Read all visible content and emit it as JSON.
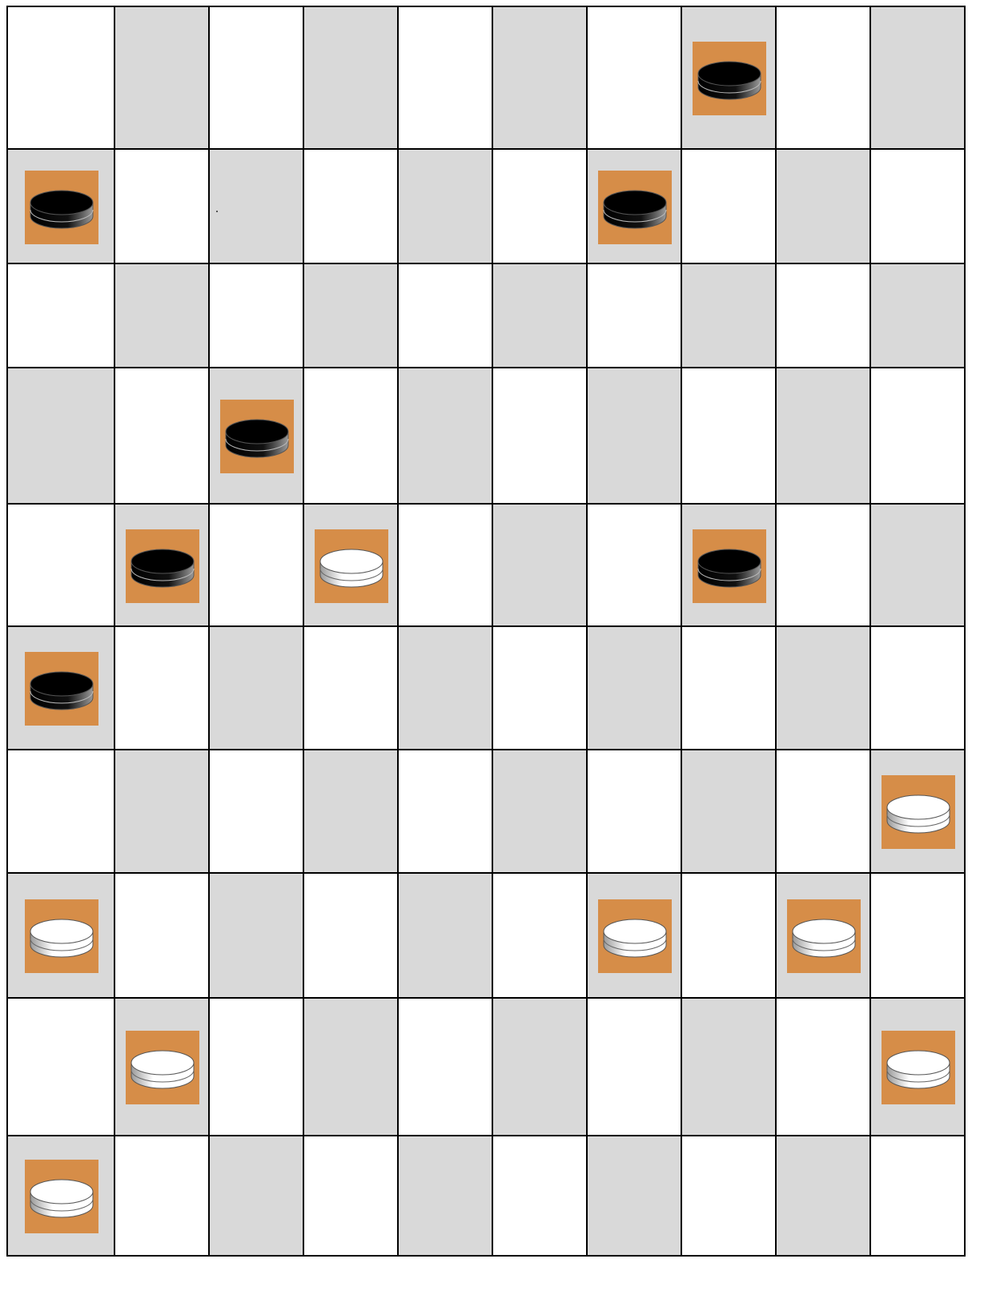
{
  "board": {
    "rows": 10,
    "cols": 10,
    "colors": {
      "light": "#ffffff",
      "dark": "#d9d9d9",
      "tile": "#d68d48",
      "grid": "#000000"
    },
    "pieces": [
      {
        "row": 0,
        "col": 7,
        "color": "black",
        "icon": "black-checker-icon"
      },
      {
        "row": 1,
        "col": 0,
        "color": "black",
        "icon": "black-checker-icon"
      },
      {
        "row": 1,
        "col": 6,
        "color": "black",
        "icon": "black-checker-icon"
      },
      {
        "row": 3,
        "col": 2,
        "color": "black",
        "icon": "black-checker-icon"
      },
      {
        "row": 4,
        "col": 1,
        "color": "black",
        "icon": "black-checker-icon"
      },
      {
        "row": 4,
        "col": 3,
        "color": "white",
        "icon": "white-checker-icon"
      },
      {
        "row": 4,
        "col": 7,
        "color": "black",
        "icon": "black-checker-icon"
      },
      {
        "row": 5,
        "col": 0,
        "color": "black",
        "icon": "black-checker-icon"
      },
      {
        "row": 6,
        "col": 9,
        "color": "white",
        "icon": "white-checker-icon"
      },
      {
        "row": 7,
        "col": 0,
        "color": "white",
        "icon": "white-checker-icon"
      },
      {
        "row": 7,
        "col": 6,
        "color": "white",
        "icon": "white-checker-icon"
      },
      {
        "row": 7,
        "col": 8,
        "color": "white",
        "icon": "white-checker-icon"
      },
      {
        "row": 8,
        "col": 1,
        "color": "white",
        "icon": "white-checker-icon"
      },
      {
        "row": 8,
        "col": 9,
        "color": "white",
        "icon": "white-checker-icon"
      },
      {
        "row": 9,
        "col": 0,
        "color": "white",
        "icon": "white-checker-icon"
      }
    ]
  }
}
